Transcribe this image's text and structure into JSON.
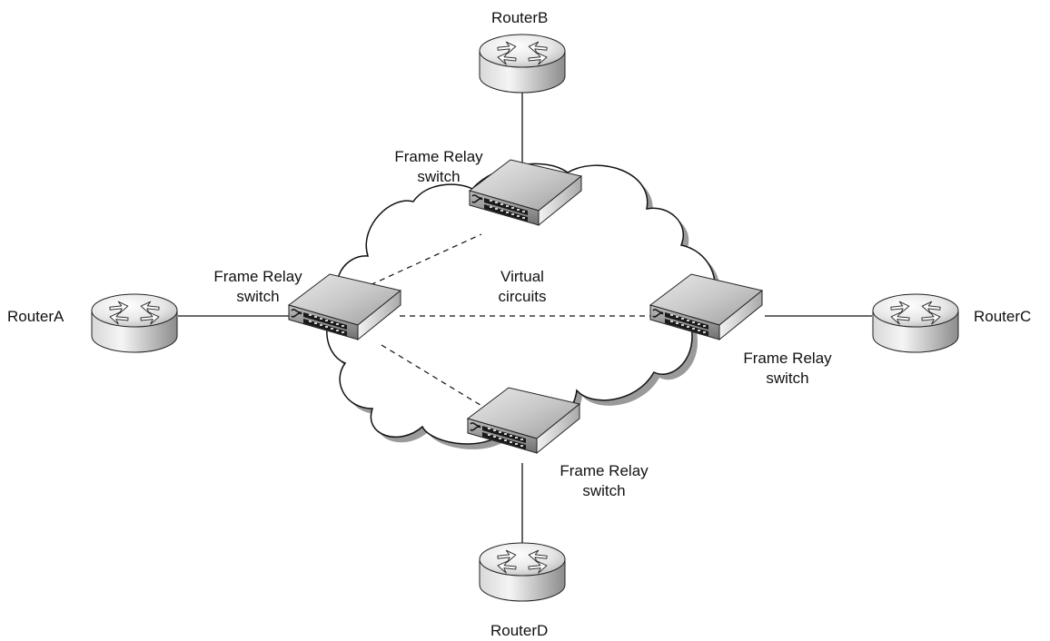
{
  "routers": {
    "a": {
      "label": "RouterA"
    },
    "b": {
      "label": "RouterB"
    },
    "c": {
      "label": "RouterC"
    },
    "d": {
      "label": "RouterD"
    }
  },
  "switches": {
    "top": {
      "line1": "Frame Relay",
      "line2": "switch"
    },
    "left": {
      "line1": "Frame Relay",
      "line2": "switch"
    },
    "right": {
      "line1": "Frame Relay",
      "line2": "switch"
    },
    "bottom": {
      "line1": "Frame Relay",
      "line2": "switch"
    }
  },
  "cloud": {
    "line1": "Virtual",
    "line2": "circuits"
  },
  "colors": {
    "line": "#111111",
    "device_light": "#f2f2f2",
    "device_dark": "#8a8a8a",
    "cloud_shadow": "#9a9a9a"
  },
  "icons": {
    "router": "router-icon",
    "switch": "frame-relay-switch-icon",
    "cloud": "network-cloud"
  }
}
